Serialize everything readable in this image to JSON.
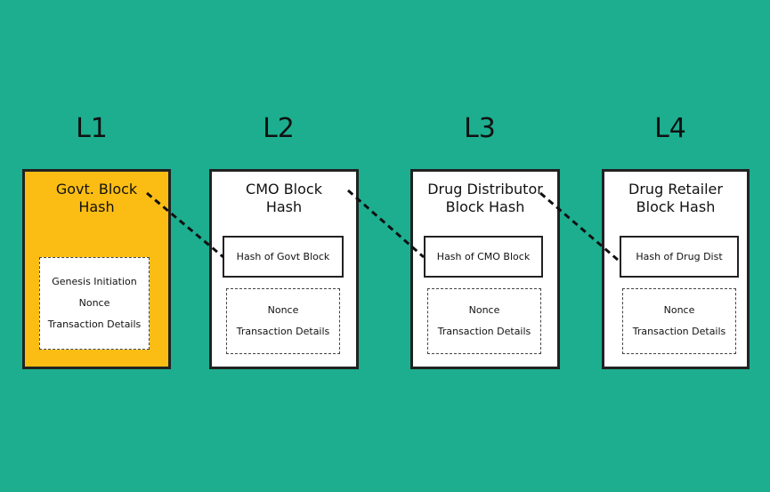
{
  "levels": [
    "L1",
    "L2",
    "L3",
    "L4"
  ],
  "blocks": [
    {
      "title_line1": "Govt. Block",
      "title_line2": "Hash",
      "color": "#fbbd14",
      "details": [
        "Genesis Initiation",
        "Nonce",
        "Transaction Details"
      ]
    },
    {
      "title_line1": "CMO Block",
      "title_line2": "Hash",
      "color": "#ffffff",
      "prev_hash": "Hash of Govt Block",
      "details": [
        "Nonce",
        "Transaction Details"
      ]
    },
    {
      "title_line1": "Drug Distributor",
      "title_line2": "Block Hash",
      "color": "#ffffff",
      "prev_hash": "Hash of CMO Block",
      "details": [
        "Nonce",
        "Transaction Details"
      ]
    },
    {
      "title_line1": "Drug Retailer",
      "title_line2": "Block Hash",
      "color": "#ffffff",
      "prev_hash": "Hash of Drug Dist",
      "details": [
        "Nonce",
        "Transaction Details"
      ]
    }
  ],
  "colors": {
    "background": "#1cae8f",
    "genesis": "#fbbd14",
    "block": "#ffffff"
  }
}
